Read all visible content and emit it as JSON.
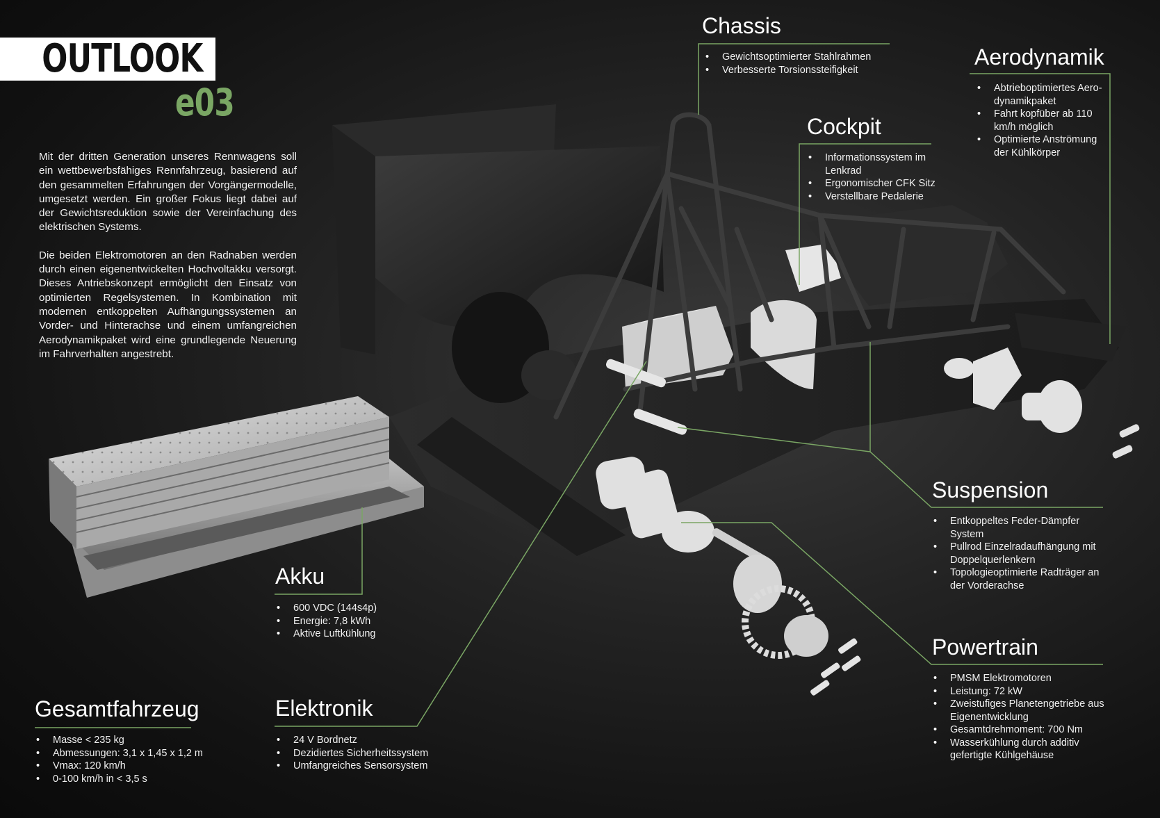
{
  "header": {
    "title": "OUTLOOK",
    "model": "e03",
    "accent_color": "#7aa664"
  },
  "intro": {
    "paragraphs": [
      "Mit der dritten Generation unseres Rennwagens soll ein wettbewerbsfähiges Rennfahrzeug, basierend auf den gesammelten Erfahrungen der Vorgängermodelle, umgesetzt werden. Ein großer Fokus liegt dabei auf der Gewichtsreduktion sowie der Vereinfachung des elektrischen Systems.",
      "Die beiden Elektromotoren an den Radnaben werden durch einen eigenentwickelten Hochvoltakku versorgt. Dieses Antriebskonzept ermöglicht den Einsatz von optimierten Regelsystemen. In Kombination mit modernen entkoppelten Aufhängungssystemen an Vorder- und Hinterachse und einem umfangreichen Aerodynamikpaket wird eine grundlegende Neuerung im Fahrverhalten angestrebt."
    ]
  },
  "sections": {
    "chassis": {
      "title": "Chassis",
      "items": [
        "Gewichtsoptimierter Stahlrahmen",
        "Verbesserte Torsionssteifigkeit"
      ]
    },
    "aerodynamik": {
      "title": "Aerodynamik",
      "items": [
        "Abtrieboptimiertes Aero-dynamikpaket",
        "Fahrt kopfüber ab 110 km/h möglich",
        "Optimierte Anströmung der Kühlkörper"
      ]
    },
    "cockpit": {
      "title": "Cockpit",
      "items": [
        "Informationssystem im Lenkrad",
        "Ergonomischer CFK Sitz",
        "Verstellbare Pedalerie"
      ]
    },
    "suspension": {
      "title": "Suspension",
      "items": [
        "Entkoppeltes Feder-Dämpfer System",
        "Pullrod Einzelradaufhängung mit Doppelquerlenkern",
        "Topologieoptimierte Radträger an der Vorderachse"
      ]
    },
    "akku": {
      "title": "Akku",
      "items": [
        "600 VDC (144s4p)",
        "Energie: 7,8 kWh",
        "Aktive Luftkühlung"
      ]
    },
    "powertrain": {
      "title": "Powertrain",
      "items": [
        "PMSM Elektromotoren",
        "Leistung: 72 kW",
        "Zweistufiges Planetengetriebe aus Eigenentwicklung",
        "Gesamtdrehmoment: 700 Nm",
        "Wasserkühlung durch additiv gefertigte Kühlgehäuse"
      ]
    },
    "gesamtfahrzeug": {
      "title": "Gesamtfahrzeug",
      "items": [
        "Masse < 235 kg",
        "Abmessungen: 3,1 x 1,45 x 1,2 m",
        "Vmax: 120 km/h",
        "0-100 km/h in < 3,5 s"
      ]
    },
    "elektronik": {
      "title": "Elektronik",
      "items": [
        "24 V Bordnetz",
        "Dezidiertes Sicherheitssystem",
        "Umfangreiches Sensorsystem"
      ]
    }
  }
}
